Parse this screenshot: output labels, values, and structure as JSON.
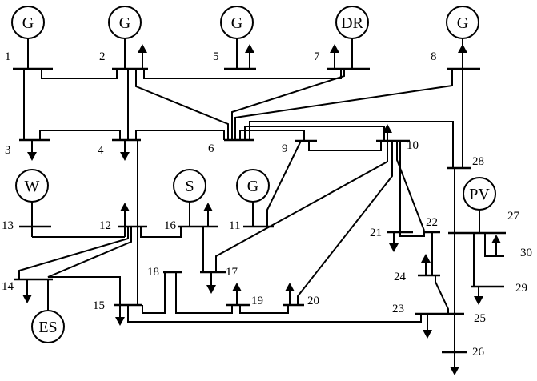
{
  "sources": {
    "g1": "G",
    "g2": "G",
    "g5": "G",
    "dr": "DR",
    "g8": "G",
    "w": "W",
    "s": "S",
    "g11": "G",
    "pv": "PV",
    "es": "ES"
  },
  "buses": {
    "b1": "1",
    "b2": "2",
    "b3": "3",
    "b4": "4",
    "b5": "5",
    "b6": "6",
    "b7": "7",
    "b8": "8",
    "b9": "9",
    "b10": "10",
    "b11": "11",
    "b12": "12",
    "b13": "13",
    "b14": "14",
    "b15": "15",
    "b16": "16",
    "b17": "17",
    "b18": "18",
    "b19": "19",
    "b20": "20",
    "b21": "21",
    "b22": "22",
    "b23": "23",
    "b24": "24",
    "b25": "25",
    "b26": "26",
    "b27": "27",
    "b28": "28",
    "b29": "29",
    "b30": "30"
  }
}
